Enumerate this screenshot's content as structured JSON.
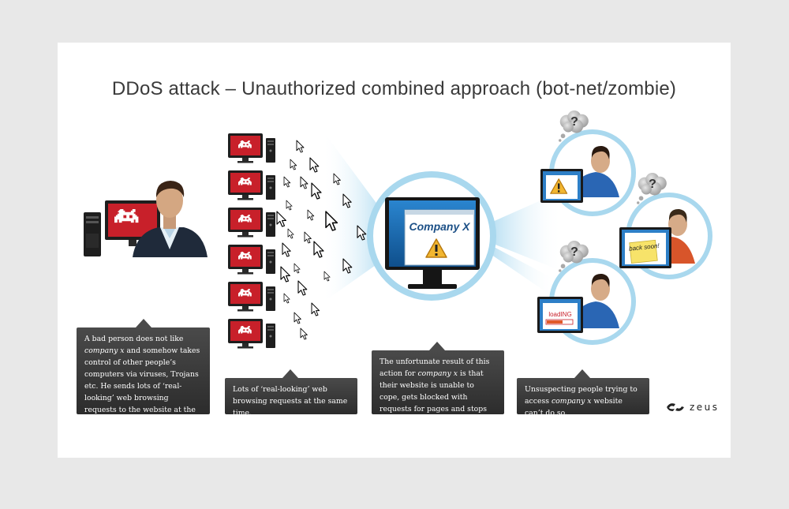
{
  "title": "DDoS attack – Unauthorized combined approach (bot-net/zombie)",
  "server": {
    "screen_label": "Company X",
    "warning_icon": "warning-triangle-icon"
  },
  "users": [
    {
      "screen_icon": "warning-triangle-icon",
      "thought_icon": "question-cloud-icon"
    },
    {
      "screen_text": "back soon!",
      "thought_icon": "question-cloud-icon"
    },
    {
      "screen_text": "loadING",
      "thought_icon": "question-cloud-icon"
    }
  ],
  "callouts": {
    "bad_person": "A bad person does not like company x and somehow takes control of other people’s computers via viruses, Trojans etc. He sends lots of ‘real-looking’ web browsing requests to the website at the same time.",
    "requests": "Lots of ‘real-looking’ web browsing requests at the same time.",
    "result": "The unfortunate result of this action for company x is that their website is unable to cope, gets blocked with requests for pages and stops working.",
    "users": "Unsuspecting people trying to access company x website can’t do so."
  },
  "brand": {
    "name": "zeus",
    "logo_icon": "zeus-logo-icon"
  },
  "colors": {
    "zombie_screen": "#c8202a",
    "server_screen": "#1b6fb5",
    "halo": "#a9d8ee",
    "callout_bg": "#3a3a3a",
    "warning": "#f2b630",
    "sticky_note": "#f7e36a"
  }
}
